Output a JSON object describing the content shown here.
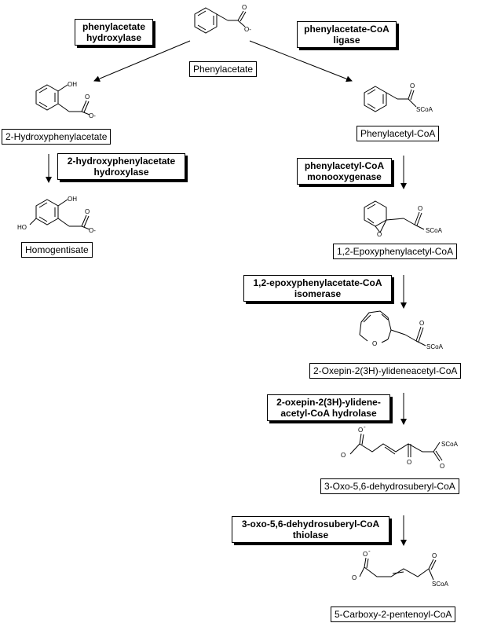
{
  "enzymes": {
    "pa_hydroxylase": "phenylacetate\nhydroxylase",
    "pa_coa_ligase": "phenylacetate-CoA\nligase",
    "hpa_hydroxylase": "2-hydroxyphenylacetate\nhydroxylase",
    "pac_monooxygenase": "phenylacetyl-CoA\nmonooxygenase",
    "epoxy_isomerase": "1,2-epoxyphenylacetate-CoA\nisomerase",
    "oxepin_hydrolase": "2-oxepin-2(3H)-ylidene-\nacetyl-CoA hydrolase",
    "oxo_thiolase": "3-oxo-5,6-dehydrosuberyl-CoA\nthiolase"
  },
  "compounds": {
    "phenylacetate": "Phenylacetate",
    "hydroxyphenylacetate": "2-Hydroxyphenylacetate",
    "homogentisate": "Homogentisate",
    "phenylacetyl_coa": "Phenylacetyl-CoA",
    "epoxyphenylacetyl_coa": "1,2-Epoxyphenylacetyl-CoA",
    "oxepin": "2-Oxepin-2(3H)-ylideneacetyl-CoA",
    "oxo_dehydrosuberyl": "3-Oxo-5,6-dehydrosuberyl-CoA",
    "carboxy_pentenoyl": "5-Carboxy-2-pentenoyl-CoA"
  },
  "atoms": {
    "o": "O",
    "o_minus": "O-",
    "oh": "OH",
    "ho": "HO",
    "scoa": "SCoA",
    "minus": "-"
  }
}
